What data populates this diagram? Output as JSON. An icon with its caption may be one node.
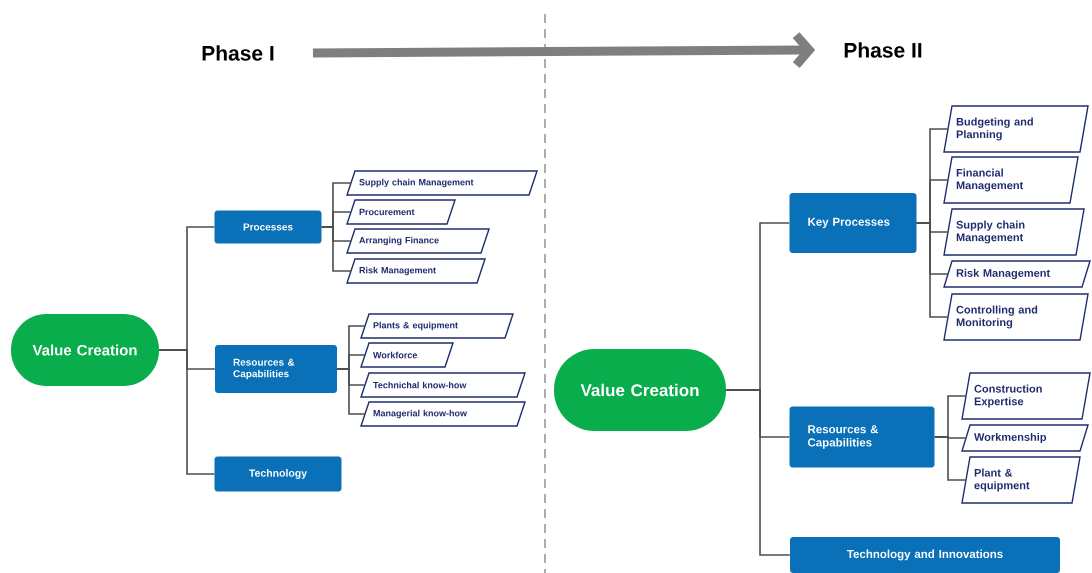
{
  "diagram": {
    "nodes": [
      {
        "text": [
          "Phase I"
        ]
      },
      {
        "text": [
          "Phase II"
        ]
      },
      {
        "text": [
          "Value Creation"
        ]
      },
      {
        "text": [
          "Processes"
        ]
      },
      {
        "text": [
          "Resources & Capabilities"
        ]
      },
      {
        "text": [
          "Technology"
        ]
      },
      {
        "text": [
          "Supply chain Management"
        ]
      },
      {
        "text": [
          "Procurement"
        ]
      },
      {
        "text": [
          "Arranging Finance"
        ]
      },
      {
        "text": [
          "Risk Management"
        ]
      },
      {
        "text": [
          "Plants & equipment"
        ]
      },
      {
        "text": [
          "Workforce"
        ]
      },
      {
        "text": [
          "Technichal know-how"
        ]
      },
      {
        "text": [
          "Managerial know-how"
        ]
      },
      {
        "text": [
          "Value Creation"
        ]
      },
      {
        "text": [
          "Key Processes"
        ]
      },
      {
        "text": [
          "Resources & Capabilities"
        ]
      },
      {
        "text": [
          "Technology and Innovations"
        ]
      },
      {
        "text": [
          "Budgeting and Planning"
        ]
      },
      {
        "text": [
          "Financial Management"
        ]
      },
      {
        "text": [
          "Supply chain Management"
        ]
      },
      {
        "text": [
          "Risk Management"
        ]
      },
      {
        "text": [
          "Controlling and Monitoring"
        ]
      },
      {
        "text": [
          "Construction Expertise"
        ]
      },
      {
        "text": [
          "Workmenship"
        ]
      },
      {
        "text": [
          "Plant & equipment"
        ]
      }
    ],
    "edges": [
      {
        "from": 0,
        "to": 1,
        "arrow": "to",
        "style": "thick",
        "color": "#7f7f7f"
      },
      {
        "from": 2,
        "to": 3,
        "arrow": "none"
      },
      {
        "from": 2,
        "to": 4,
        "arrow": "none"
      },
      {
        "from": 2,
        "to": 5,
        "arrow": "none"
      },
      {
        "from": 3,
        "to": 6,
        "arrow": "none"
      },
      {
        "from": 3,
        "to": 7,
        "arrow": "none"
      },
      {
        "from": 3,
        "to": 8,
        "arrow": "none"
      },
      {
        "from": 3,
        "to": 9,
        "arrow": "none"
      },
      {
        "from": 4,
        "to": 10,
        "arrow": "none"
      },
      {
        "from": 4,
        "to": 11,
        "arrow": "none"
      },
      {
        "from": 4,
        "to": 12,
        "arrow": "none"
      },
      {
        "from": 4,
        "to": 13,
        "arrow": "none"
      },
      {
        "from": 14,
        "to": 15,
        "arrow": "none"
      },
      {
        "from": 14,
        "to": 16,
        "arrow": "none"
      },
      {
        "from": 14,
        "to": 17,
        "arrow": "none"
      },
      {
        "from": 15,
        "to": 18,
        "arrow": "none"
      },
      {
        "from": 15,
        "to": 19,
        "arrow": "none"
      },
      {
        "from": 15,
        "to": 20,
        "arrow": "none"
      },
      {
        "from": 15,
        "to": 21,
        "arrow": "none"
      },
      {
        "from": 15,
        "to": 22,
        "arrow": "none"
      },
      {
        "from": 16,
        "to": 23,
        "arrow": "none"
      },
      {
        "from": 16,
        "to": 24,
        "arrow": "none"
      },
      {
        "from": 16,
        "to": 25,
        "arrow": "none"
      }
    ]
  }
}
